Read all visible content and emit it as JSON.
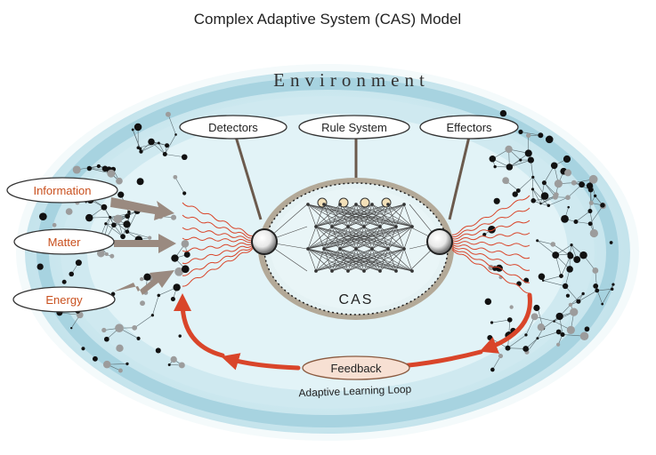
{
  "title": "Complex Adaptive System (CAS) Model",
  "environment_label": "Environment",
  "top_labels": {
    "detectors": "Detectors",
    "rule_system": "Rule System",
    "effectors": "Effectors"
  },
  "inputs": {
    "information": "Information",
    "matter": "Matter",
    "energy": "Energy"
  },
  "core_label": "CAS",
  "feedback_label": "Feedback",
  "loop_label": "Adaptive Learning Loop",
  "colors": {
    "environment_outer": "#dff0f4",
    "environment_mid": "#c8e6ee",
    "environment_band": "#a7d3e0",
    "arrow_red": "#d9452a",
    "input_arrow": "#9a8a80",
    "input_text": "#c9501e",
    "core_border": "#6d6255"
  }
}
